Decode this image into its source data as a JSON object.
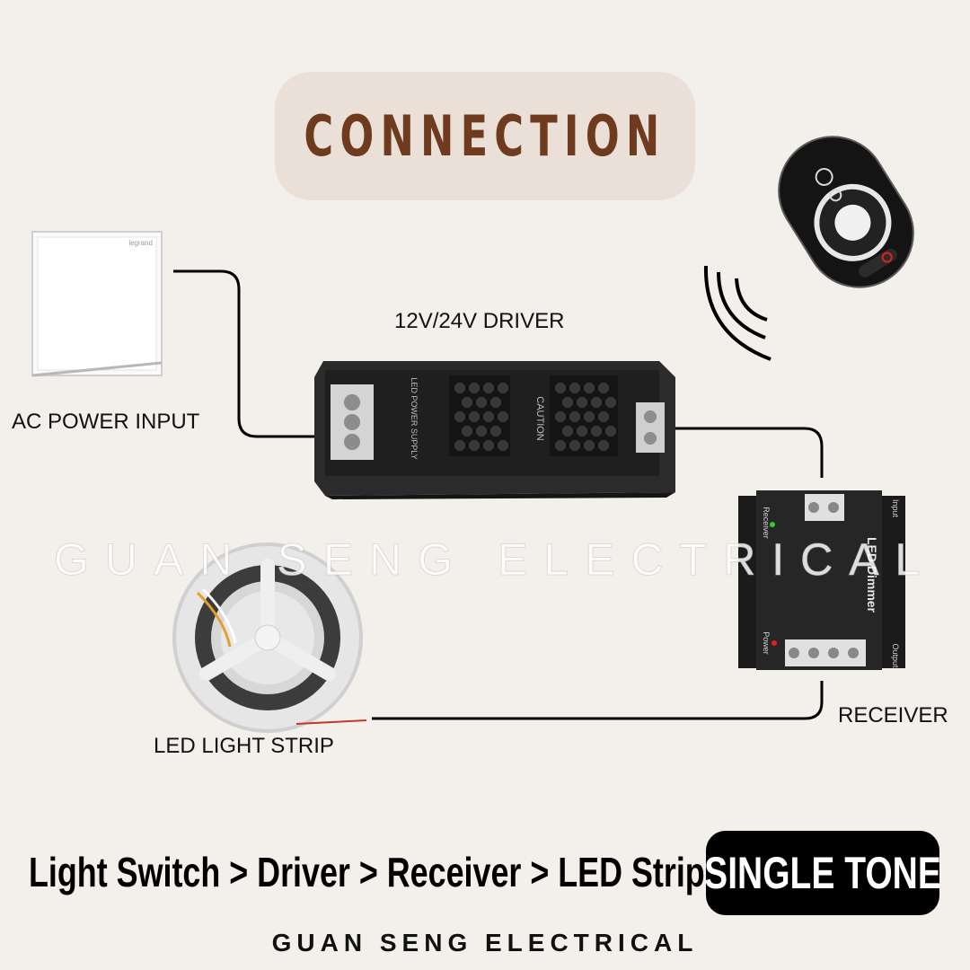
{
  "title": "CONNECTION",
  "labels": {
    "driver": "12V/24V DRIVER",
    "ac_power": "AC POWER INPUT",
    "receiver": "RECEIVER",
    "led_strip": "LED LIGHT STRIP"
  },
  "watermark": "GUAN SENG ELECTRICAL",
  "flow_text": "Light Switch > Driver > Receiver > LED Strip",
  "tone_badge": "SINGLE TONE",
  "footer": "GUAN SENG ELECTRICAL",
  "device_text": {
    "switch_brand": "legrand",
    "driver_caution": "CAUTION",
    "driver_plate": "LED POWER SUPPLY",
    "receiver_name": "LED Dimmer",
    "receiver_input": "Input",
    "receiver_output": "Output",
    "receiver_power": "Power",
    "receiver_rx": "Receiver"
  },
  "colors": {
    "background": "#f3f0eb",
    "title_pill": "#ebe0d8",
    "title_text": "#6e3b1e",
    "badge": "#000000"
  }
}
